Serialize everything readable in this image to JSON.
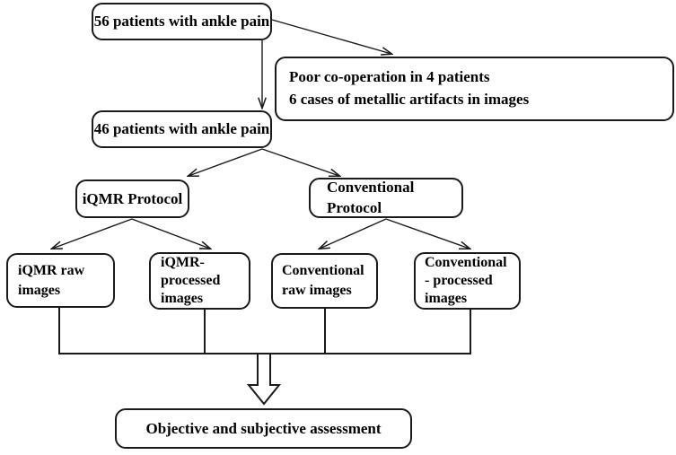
{
  "diagram": {
    "title": "Study flow diagram of ankle pain MRI protocol comparison",
    "type": "flowchart",
    "colors": {
      "stroke": "#1a1a1a",
      "fill": "#ffffff",
      "text": "#000000"
    },
    "nodes": {
      "total_patients": {
        "lines": [
          "56 patients with ankle pain"
        ],
        "count": "56"
      },
      "excluded": {
        "lines": [
          "Poor co-operation in 4 patients",
          "6 cases of metallic artifacts in images"
        ]
      },
      "included_patients": {
        "lines": [
          "46 patients with ankle pain"
        ],
        "count": "46"
      },
      "iqmr_protocol": {
        "lines": [
          "iQMR Protocol"
        ]
      },
      "conventional_protocol": {
        "lines": [
          "Conventional",
          "Protocol"
        ]
      },
      "iqmr_raw": {
        "lines": [
          "iQMR raw",
          "images"
        ]
      },
      "iqmr_processed": {
        "lines": [
          "iQMR-",
          "processed",
          "images"
        ]
      },
      "conventional_raw": {
        "lines": [
          "Conventional",
          "raw images"
        ]
      },
      "conventional_processed": {
        "lines": [
          "Conventional",
          "- processed",
          "images"
        ]
      },
      "assessment": {
        "lines": [
          "Objective and subjective assessment"
        ]
      }
    },
    "edges": [
      {
        "name": "total-to-included",
        "style": "thin-arrow"
      },
      {
        "name": "total-to-excluded",
        "style": "thin-arrow-diagonal"
      },
      {
        "name": "included-to-iqmr-protocol",
        "style": "thin-arrow-diagonal"
      },
      {
        "name": "included-to-conventional-protocol",
        "style": "thin-arrow-diagonal"
      },
      {
        "name": "iqmr-protocol-to-iqmr-raw",
        "style": "thin-arrow-diagonal"
      },
      {
        "name": "iqmr-protocol-to-iqmr-processed",
        "style": "thin-arrow-diagonal"
      },
      {
        "name": "conventional-protocol-to-conventional-raw",
        "style": "thin-arrow-diagonal"
      },
      {
        "name": "conventional-protocol-to-conventional-processed",
        "style": "thin-arrow-diagonal"
      },
      {
        "name": "leaves-merge-bus",
        "style": "bus-line"
      },
      {
        "name": "bus-to-assessment",
        "style": "hollow-block-arrow"
      }
    ]
  }
}
